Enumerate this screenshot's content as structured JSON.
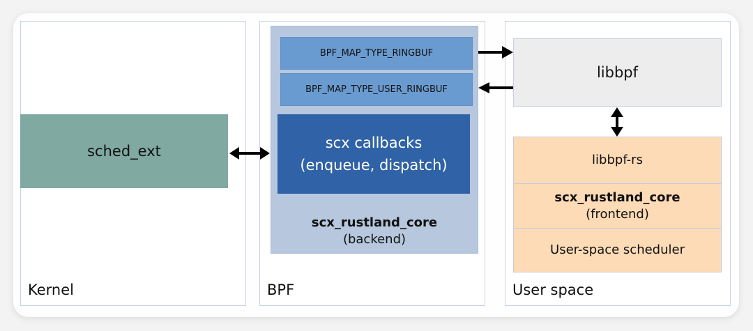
{
  "panels": {
    "kernel": {
      "label": "Kernel"
    },
    "bpf": {
      "label": "BPF"
    },
    "user_space": {
      "label": "User space"
    }
  },
  "kernel_box": {
    "label": "sched_ext"
  },
  "bpf_boxes": {
    "ringbuf": "BPF_MAP_TYPE_RINGBUF",
    "user_ringbuf": "BPF_MAP_TYPE_USER_RINGBUF",
    "callbacks_line1": "scx callbacks",
    "callbacks_line2": "(enqueue, dispatch)",
    "backend_title": "scx_rustland_core",
    "backend_subtitle": "(backend)"
  },
  "user_boxes": {
    "libbpf": "libbpf",
    "libbpf_rs": "libbpf-rs",
    "frontend_title": "scx_rustland_core",
    "frontend_subtitle": "(frontend)",
    "scheduler": "User-space scheduler"
  },
  "arrows": [
    {
      "from": "sched_ext",
      "to": "scx callbacks",
      "direction": "bidirectional"
    },
    {
      "from": "BPF_MAP_TYPE_RINGBUF",
      "to": "libbpf",
      "direction": "forward"
    },
    {
      "from": "libbpf",
      "to": "BPF_MAP_TYPE_USER_RINGBUF",
      "direction": "forward"
    },
    {
      "from": "libbpf",
      "to": "libbpf-rs",
      "direction": "bidirectional"
    }
  ],
  "colors": {
    "sched_ext": "#7fa9a1",
    "bpf_container": "#b6c7de",
    "ringbuf": "#6a9bd0",
    "callbacks": "#2f62a6",
    "libbpf": "#ededed",
    "user_stack": "#fddbb6"
  }
}
